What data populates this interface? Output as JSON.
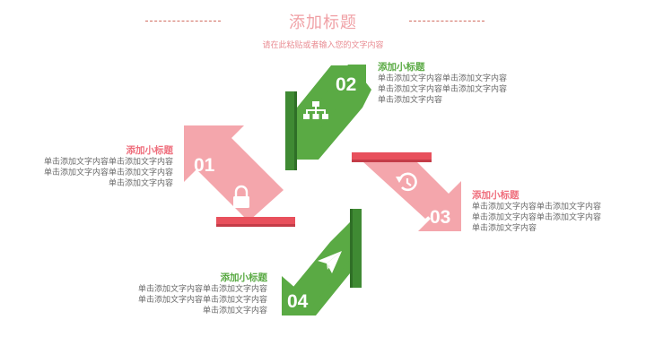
{
  "header": {
    "title": "添加标题",
    "subtitle": "请在此粘贴或者输入您的文字内容"
  },
  "colors": {
    "green": "#5aaa44",
    "green_dark": "#3f8a33",
    "pink": "#f4a6ac",
    "red": "#e8505c",
    "title_pink": "#f0a1a6",
    "dash": "#d06a5e"
  },
  "steps": [
    {
      "number": "01",
      "icon": "lock-icon",
      "heading": "添加小标题",
      "lines": [
        "单击添加文字内容单击添加文字内容",
        "单击添加文字内容单击添加文字内容",
        "单击添加文字内容"
      ]
    },
    {
      "number": "02",
      "icon": "org-chart-icon",
      "heading": "添加小标题",
      "lines": [
        "单击添加文字内容单击添加文字内容",
        "单击添加文字内容单击添加文字内容",
        "单击添加文字内容"
      ]
    },
    {
      "number": "03",
      "icon": "history-icon",
      "heading": "添加小标题",
      "lines": [
        "单击添加文字内容单击添加文字内容",
        "单击添加文字内容单击添加文字内容",
        "单击添加文字内容"
      ]
    },
    {
      "number": "04",
      "icon": "paper-plane-icon",
      "heading": "添加小标题",
      "lines": [
        "单击添加文字内容单击添加文字内容",
        "单击添加文字内容单击添加文字内容",
        "单击添加文字内容"
      ]
    }
  ]
}
